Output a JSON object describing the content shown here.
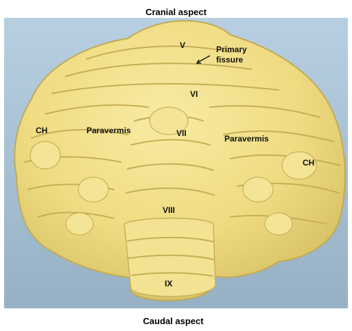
{
  "captions": {
    "top": "Cranial aspect",
    "bottom": "Caudal aspect"
  },
  "labels": {
    "v": "V",
    "primary_fissure_line1": "Primary",
    "primary_fissure_line2": "fissure",
    "vi": "VI",
    "vii": "VII",
    "paravermis_left": "Paravermis",
    "paravermis_right": "Paravermis",
    "ch_left": "CH",
    "ch_right": "CH",
    "viii": "VIII",
    "ix": "IX"
  },
  "colors": {
    "background": "#a9c3d6",
    "tissue": "#f1e08a",
    "tissue_shadow": "#c9b45a"
  }
}
